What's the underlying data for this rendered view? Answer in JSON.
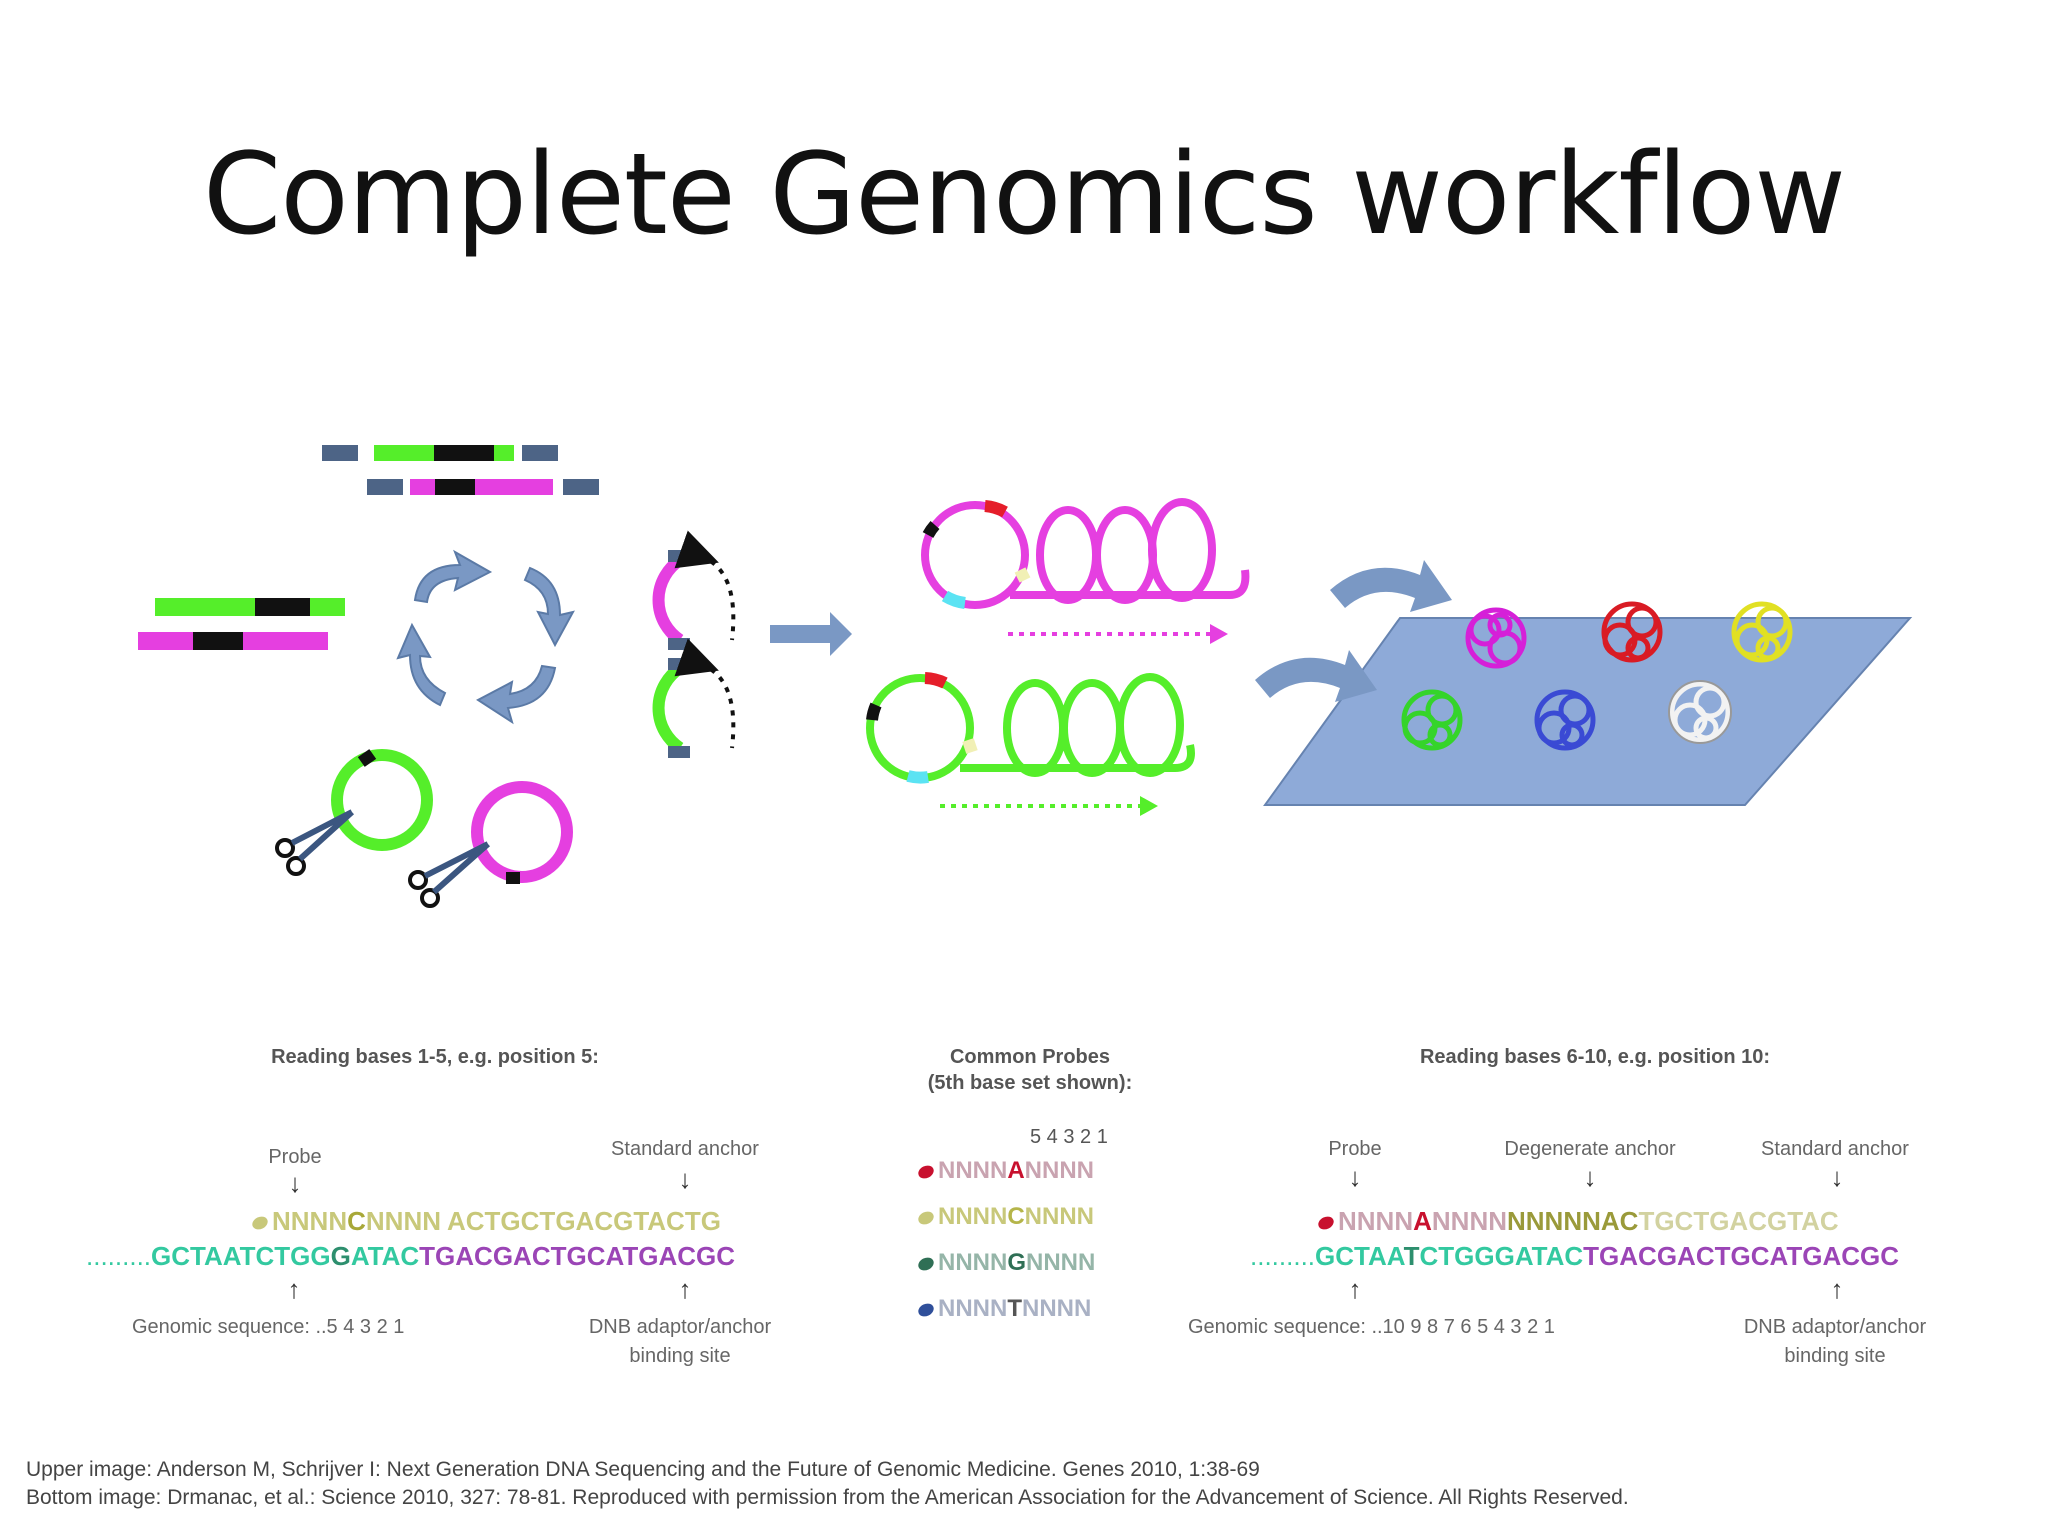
{
  "title": "Complete Genomics workflow",
  "colors": {
    "green": "#55ee2a",
    "magenta": "#e53fe0",
    "adaptor": "#4d6486",
    "arrow_blue": "#7a98c4",
    "plate": "#8eaad8",
    "seq_teal": "#33c9a0",
    "seq_purple": "#9b45b6",
    "probe_yellow": "#c8c87a",
    "red_base": "#c8102e"
  },
  "bottom": {
    "left": {
      "heading": "Reading bases 1-5, e.g. position 5:",
      "probe_label": "Probe",
      "anchor_label": "Standard anchor",
      "probe_seq": [
        "NNNN",
        "C",
        "NNNN"
      ],
      "anchor_seq": "ACTGCTGACGTACTG",
      "genomic_dots": ".........",
      "genomic_seq": "GCTAATCTGG",
      "genomic_highlight": "G",
      "genomic_rest": "ATAC",
      "adaptor_seq": "TGACGACTGCATGACGC",
      "genomic_label": "Genomic sequence:  ..5 4 3 2 1",
      "adaptor_label_1": "DNB adaptor/anchor",
      "adaptor_label_2": "binding site"
    },
    "center": {
      "heading_1": "Common Probes",
      "heading_2": "(5th base set shown):",
      "positions": "5 4 3 2 1",
      "probes": [
        {
          "pre": "NNNN",
          "base": "A",
          "post": "NNNN",
          "dot_color": "#c8102e",
          "base_color": "#c8102e"
        },
        {
          "pre": "NNNN",
          "base": "C",
          "post": "NNNN",
          "dot_color": "#c8c87a",
          "base_color": "#b5b54a"
        },
        {
          "pre": "NNNN",
          "base": "G",
          "post": "NNNN",
          "dot_color": "#2f6f55",
          "base_color": "#2f6f55"
        },
        {
          "pre": "NNNN",
          "base": "T",
          "post": "NNNN",
          "dot_color": "#2f4f9a",
          "base_color": "#555555"
        }
      ]
    },
    "right": {
      "heading": "Reading bases 6-10, e.g. position 10:",
      "probe_label": "Probe",
      "degenerate_label": "Degenerate anchor",
      "anchor_label": "Standard anchor",
      "probe_pre": "NNNN",
      "probe_base": "A",
      "probe_post": "NNNN",
      "degenerate_seq": "NNNNNAC",
      "anchor_seq": "TGCTGACGTAC",
      "genomic_dots": ".........",
      "genomic_pre": "GCTAA",
      "genomic_base": "T",
      "genomic_post": "CTGGGATAC",
      "adaptor_seq": "TGACGACTGCATGACGC",
      "genomic_label": "Genomic sequence:  ..10 9 8 7 6 5 4 3 2 1",
      "adaptor_label_1": "DNB adaptor/anchor",
      "adaptor_label_2": "binding site"
    }
  },
  "citations": {
    "upper": "Upper image: Anderson M, Schrijver I: Next Generation DNA Sequencing and the Future of Genomic Medicine. Genes 2010, 1:38-69",
    "bottom": "Bottom image: Drmanac, et al.: Science 2010, 327: 78-81. Reproduced with permission from the American Association for the Advancement of Science. All Rights Reserved."
  }
}
